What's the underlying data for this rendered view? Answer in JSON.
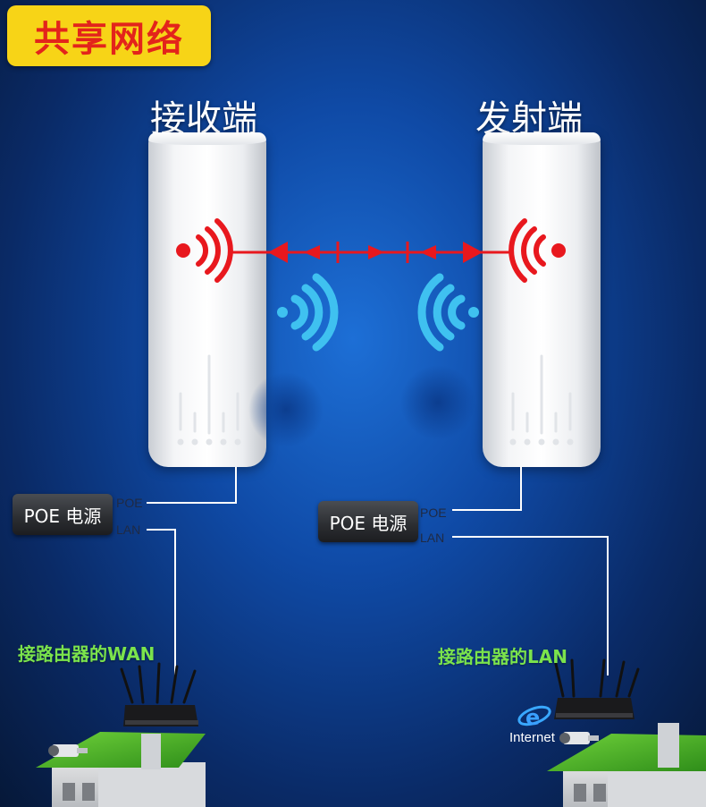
{
  "title": "共享网络",
  "receiver": {
    "label": "接收端",
    "poe_box": "POE 电源",
    "port_poe": "POE",
    "port_lan": "LAN",
    "router_note": "接路由器的WAN"
  },
  "transmitter": {
    "label": "发射端",
    "poe_box": "POE 电源",
    "port_poe": "POE",
    "port_lan": "LAN",
    "router_note": "接路由器的LAN"
  },
  "internet": {
    "label": "Internet",
    "icon": "internet-explorer-icon"
  },
  "colors": {
    "signal_red": "#e8181e",
    "signal_blue": "#3fc1f0",
    "badge_bg": "#f7d417",
    "badge_text": "#e3241b",
    "note_green": "#7be34c"
  },
  "icons": [
    "wifi-signal-icon",
    "router-icon",
    "house-icon",
    "camera-icon"
  ]
}
